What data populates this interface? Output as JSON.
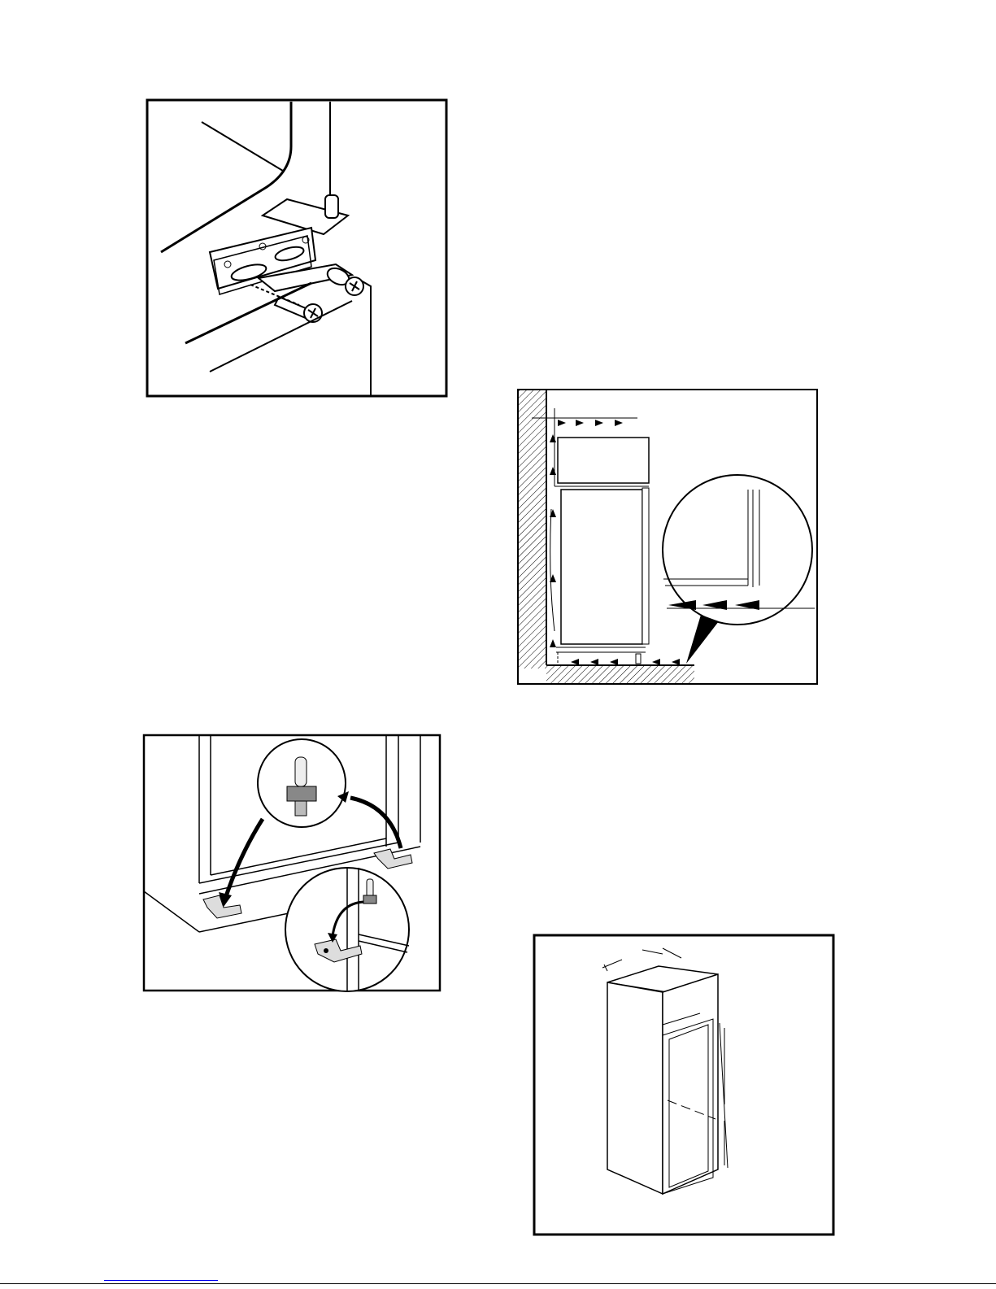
{
  "document": {
    "figures": [
      {
        "name": "hinge-plate-screws",
        "icon": "hinge-bracket-illustration"
      },
      {
        "name": "ventilation-airflow",
        "icon": "airflow-diagram"
      },
      {
        "name": "adjustable-feet",
        "icon": "foot-bracket-illustration"
      },
      {
        "name": "cabinet-niche",
        "icon": "niche-dimensions-illustration"
      }
    ],
    "footer": {
      "link_color": "#0000ee"
    }
  }
}
